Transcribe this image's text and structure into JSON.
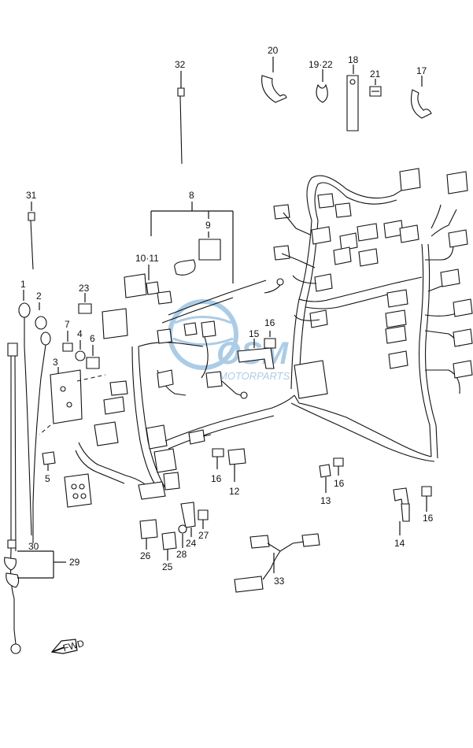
{
  "parts": {
    "p1": "1",
    "p2": "2",
    "p3": "3",
    "p4": "4",
    "p5": "5",
    "p6": "6",
    "p7": "7",
    "p8": "8",
    "p9": "9",
    "p10_11": "10·11",
    "p12": "12",
    "p13": "13",
    "p14": "14",
    "p15": "15",
    "p16a": "16",
    "p16b": "16",
    "p16c": "16",
    "p16d": "16",
    "p17": "17",
    "p18": "18",
    "p19_22": "19·22",
    "p20": "20",
    "p21": "21",
    "p23": "23",
    "p24": "24",
    "p25": "25",
    "p26": "26",
    "p27": "27",
    "p28": "28",
    "p29": "29",
    "p30": "30",
    "p31": "31",
    "p32": "32",
    "p33": "33"
  },
  "fwd_label": "FWD",
  "watermark": {
    "logo": "OSM",
    "text": "MOTORPARTS",
    "color": "#4a90c8"
  },
  "colors": {
    "line": "#111111",
    "background": "#ffffff"
  }
}
